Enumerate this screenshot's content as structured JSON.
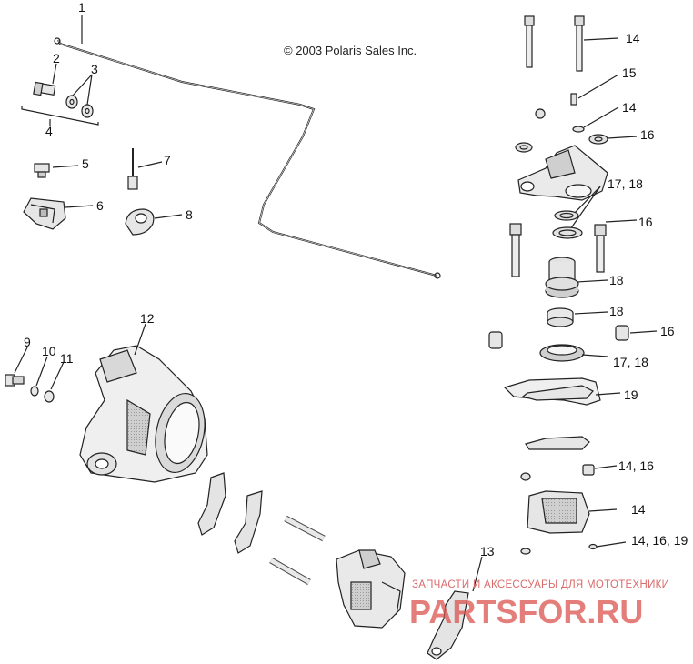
{
  "copyright": "© 2003 Polaris Sales Inc.",
  "watermark": {
    "subtitle": "ЗАПЧАСТИ И АКСЕССУАРЫ ДЛЯ МОТОТЕХНИКИ",
    "logo": "PARTSFOR.RU",
    "color": "#d9534f"
  },
  "callouts": {
    "c1": "1",
    "c2": "2",
    "c3": "3",
    "c4": "4",
    "c5": "5",
    "c6": "6",
    "c7": "7",
    "c8": "8",
    "c9": "9",
    "c10": "10",
    "c11": "11",
    "c12": "12",
    "c13": "13",
    "r14a": "14",
    "r15": "15",
    "r14b": "14",
    "r16a": "16",
    "r1718a": "17, 18",
    "r16b": "16",
    "r18a": "18",
    "r18b": "18",
    "r16c": "16",
    "r1718b": "17,  18",
    "r19": "19",
    "r1416": "14, 16",
    "r14c": "14",
    "r141619": "14, 16, 19"
  }
}
